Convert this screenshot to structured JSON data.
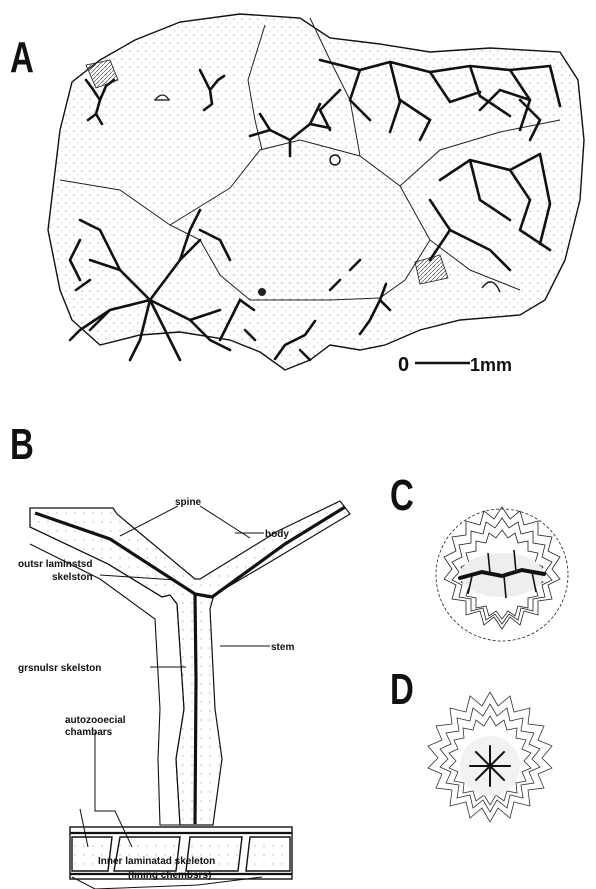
{
  "panels": {
    "a": {
      "letter": "A"
    },
    "b": {
      "letter": "B"
    },
    "c": {
      "letter": "C"
    },
    "d": {
      "letter": "D"
    }
  },
  "scale_bar": {
    "start": "0",
    "end": "1mm"
  },
  "labels": {
    "spine": "spine",
    "body": "body",
    "outer_laminated_1": "outsr laminstsd",
    "outer_laminated_2": "skelston",
    "stem": "stem",
    "granular": "grsnulsr skelston",
    "autozooecial_1": "autozooecial",
    "autozooecial_2": "chambars",
    "inner_laminated": "Inner laminatad skeleton",
    "lining": "(lining chembsrs)"
  }
}
